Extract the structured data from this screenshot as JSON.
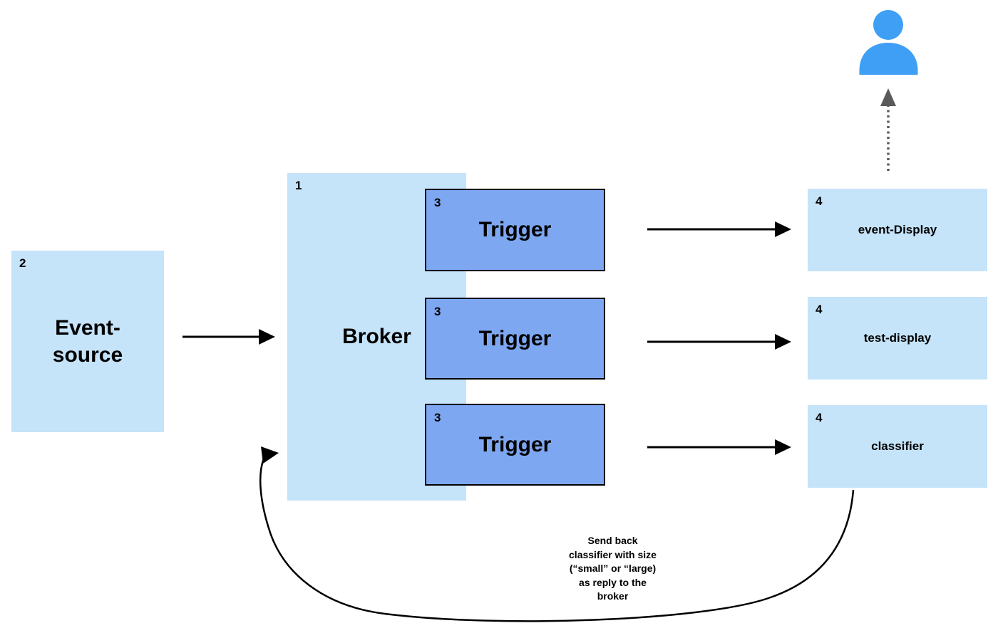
{
  "colors": {
    "canvas_bg": "#ffffff",
    "light_node_fill": "#c5e3f9",
    "trigger_fill": "#7ea7f2",
    "trigger_border": "#000000",
    "person_blue": "#3f9ff5",
    "arrow_color": "#000000",
    "dashed_arrow_color": "#5a5a5a",
    "text_color": "#000000"
  },
  "nodes": {
    "broker": {
      "number": "1",
      "label": "Broker"
    },
    "event_source": {
      "number": "2",
      "label": "Event-\nsource"
    },
    "trigger_top": {
      "number": "3",
      "label": "Trigger"
    },
    "trigger_middle": {
      "number": "3",
      "label": "Trigger"
    },
    "trigger_bottom": {
      "number": "3",
      "label": "Trigger"
    },
    "event_display": {
      "number": "4",
      "label": "event-Display"
    },
    "test_display": {
      "number": "4",
      "label": "test-display"
    },
    "classifier": {
      "number": "4",
      "label": "classifier"
    }
  },
  "icons": {
    "user": "user-icon"
  },
  "annotations": {
    "reply_note": "Send back\nclassifier with size\n(“small” or “large)\nas reply to the\nbroker"
  }
}
